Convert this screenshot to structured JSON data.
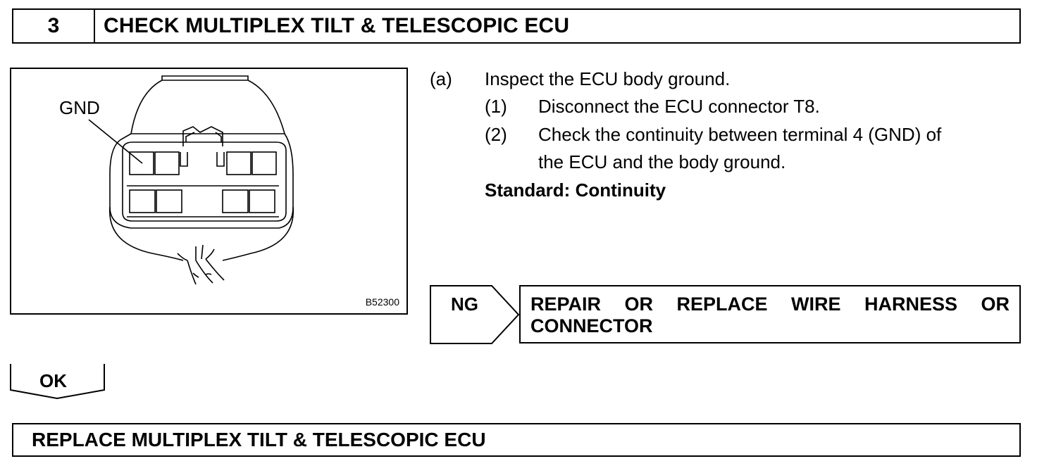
{
  "header": {
    "step_number": "3",
    "title": "CHECK MULTIPLEX TILT & TELESCOPIC ECU"
  },
  "figure": {
    "terminal_label": "GND",
    "figure_code": "B52300"
  },
  "instructions": {
    "a_marker": "(a)",
    "a_text": "Inspect the ECU body ground.",
    "s1_marker": "(1)",
    "s1_text": "Disconnect the ECU connector T8.",
    "s2_marker": "(2)",
    "s2_text_line1": "Check the continuity between terminal 4 (GND) of",
    "s2_text_line2": "the ECU and the body ground.",
    "standard": "Standard: Continuity"
  },
  "ng": {
    "label": "NG",
    "action_words": [
      "REPAIR",
      "OR",
      "REPLACE",
      "WIRE",
      "HARNESS",
      "OR"
    ],
    "action_line2": "CONNECTOR"
  },
  "ok": {
    "label": "OK"
  },
  "result": {
    "text": "REPLACE MULTIPLEX TILT & TELESCOPIC ECU"
  }
}
